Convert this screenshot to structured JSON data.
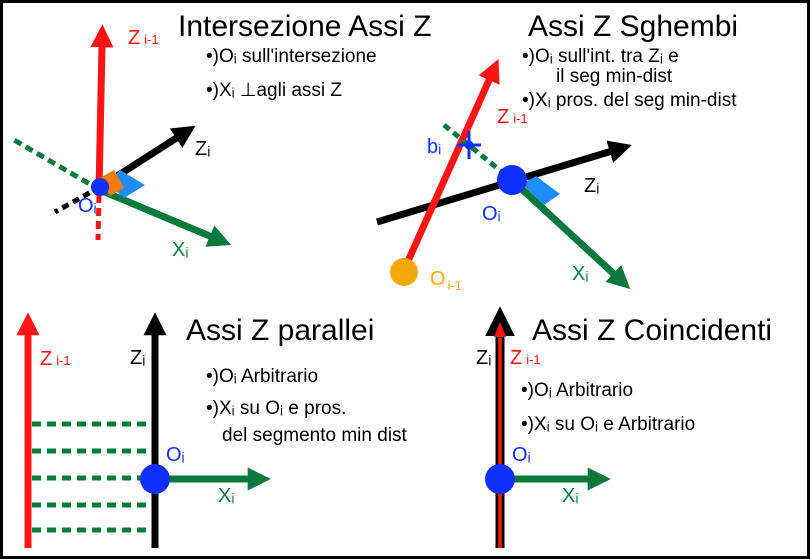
{
  "colors": {
    "z_prev_axis": "#ff1414",
    "z_axis": "#000000",
    "x_axis": "#0a7a3c",
    "origin": "#1030ff",
    "origin_prev": "#f5a80a",
    "angle_marker": "#1e8cff",
    "right_angle_marker": "#ff7a00",
    "b_label": "#1030ff"
  },
  "panels": {
    "intersezione": {
      "title": "Intersezione Assi Z",
      "bullets": [
        "•)Oᵢ sull'intersezione",
        "•)Xᵢ ⊥agli assi Z"
      ],
      "labels": {
        "z_prev": "Z",
        "z_prev_sub": "i-1",
        "z": "Zᵢ",
        "o": "Oᵢ",
        "x": "Xᵢ"
      }
    },
    "sghembi": {
      "title": "Assi Z Sghembi",
      "bullets": [
        "•)Oᵢ sull'int.  tra Zᵢ e",
        "il seg min-dist",
        "•)Xᵢ  pros. del seg min-dist"
      ],
      "labels": {
        "z_prev": "Z",
        "z_prev_sub": "i-1",
        "z": "Zᵢ",
        "o": "Oᵢ",
        "o_prev": "O",
        "o_prev_sub": "i-1",
        "x": "Xᵢ",
        "b": "bᵢ"
      }
    },
    "paralleli": {
      "title": "Assi Z parallei",
      "bullets": [
        "•)Oᵢ Arbitrario",
        "•)Xᵢ su Oᵢ e pros.",
        "del segmento min dist"
      ],
      "labels": {
        "z_prev": "Z",
        "z_prev_sub": "i-1",
        "z": "Zᵢ",
        "o": "Oᵢ",
        "x": "Xᵢ"
      }
    },
    "coincidenti": {
      "title": "Assi Z Coincidenti",
      "bullets": [
        "•)Oᵢ Arbitrario",
        "•)Xᵢ su Oᵢ e Arbitrario"
      ],
      "labels": {
        "z": "Zᵢ",
        "z_prev": "Z",
        "z_prev_sub": "i-1",
        "o": "Oᵢ",
        "x": "Xᵢ"
      }
    }
  }
}
